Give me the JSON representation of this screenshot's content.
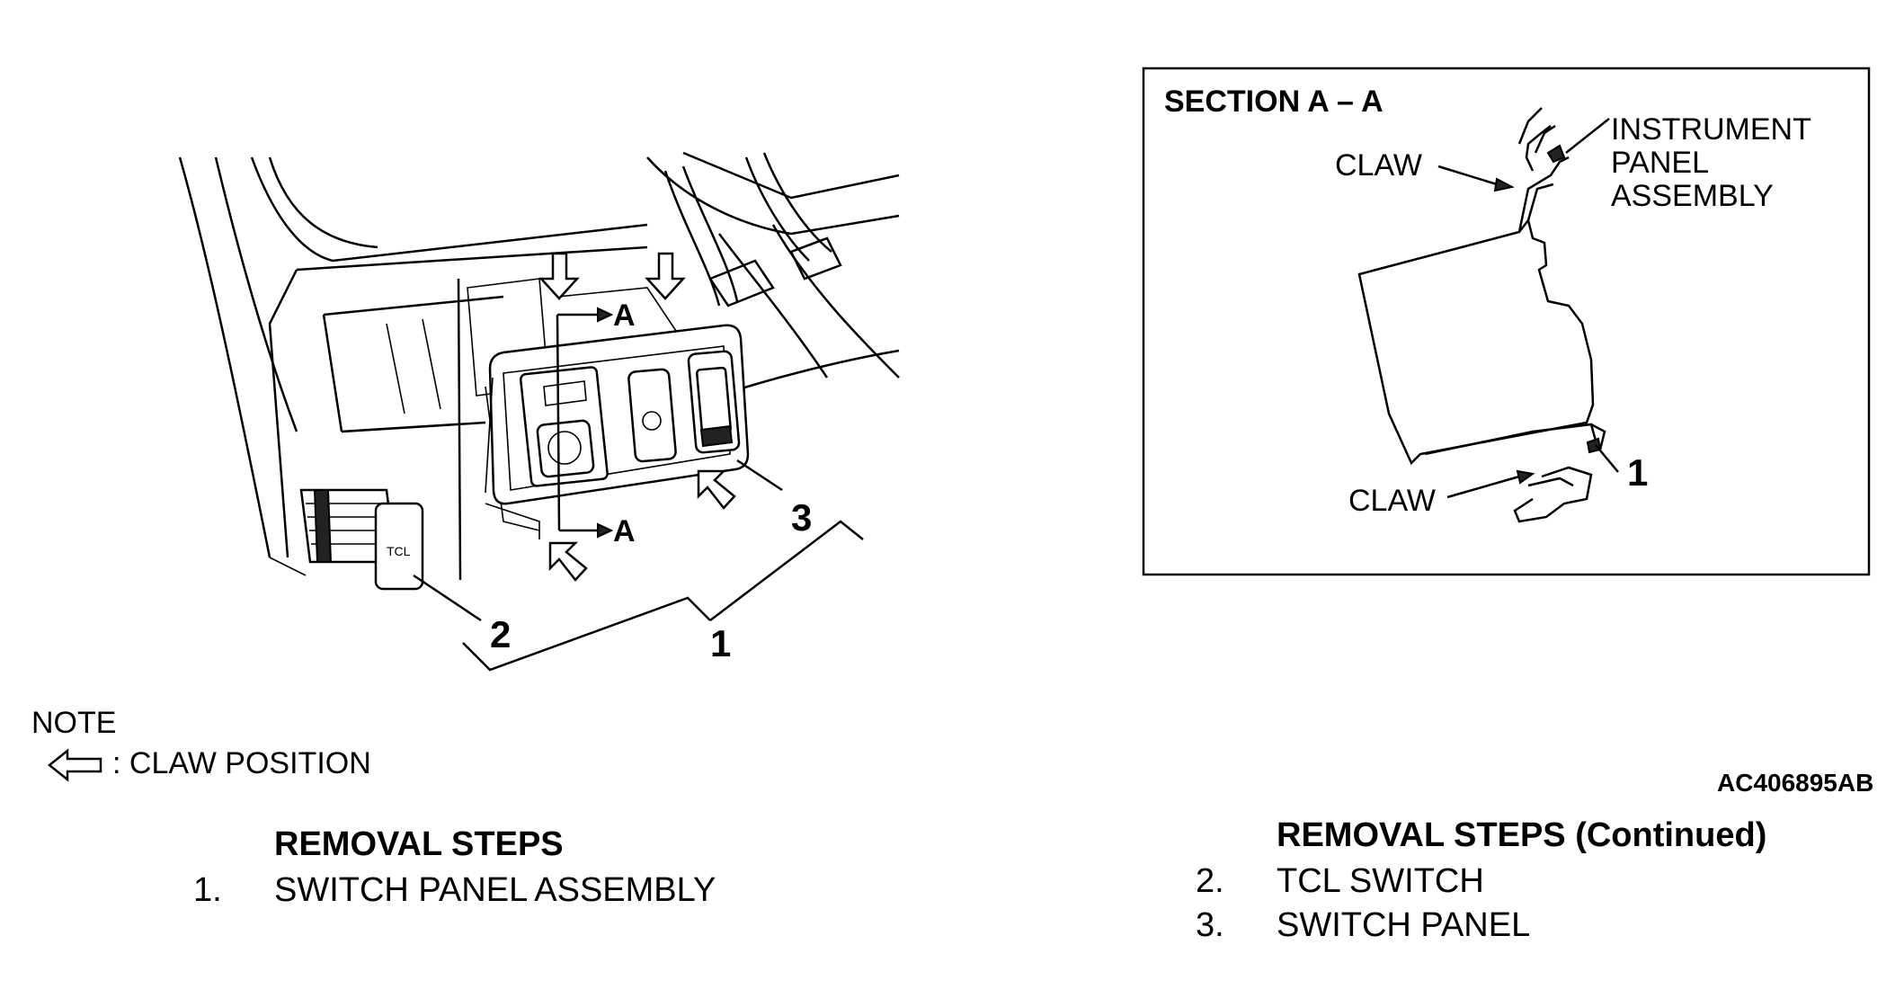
{
  "callouts": {
    "one": "1",
    "two": "2",
    "three": "3"
  },
  "section_markers": {
    "a_top": "A",
    "a_bottom": "A"
  },
  "switch_labels": {
    "tcl_button": "TCL"
  },
  "section_view": {
    "title": "SECTION A – A",
    "claw_top": "CLAW",
    "claw_bottom": "CLAW",
    "instrument_panel_line1": "INSTRUMENT",
    "instrument_panel_line2": "PANEL",
    "instrument_panel_line3": "ASSEMBLY",
    "callout_one": "1"
  },
  "note": {
    "heading": "NOTE",
    "legend_icon": "hollow-arrow-left-icon",
    "legend_text": ": CLAW POSITION"
  },
  "figure_code": "AC406895AB",
  "removal_steps": {
    "title": "REMOVAL STEPS",
    "items": [
      {
        "num": "1.",
        "label": "SWITCH PANEL ASSEMBLY"
      }
    ]
  },
  "removal_steps_continued": {
    "title": "REMOVAL STEPS (Continued)",
    "items": [
      {
        "num": "2.",
        "label": "TCL SWITCH"
      },
      {
        "num": "3.",
        "label": "SWITCH PANEL"
      }
    ]
  }
}
